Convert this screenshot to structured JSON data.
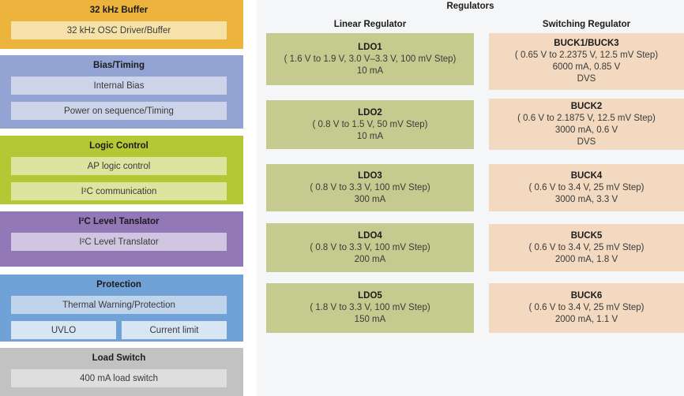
{
  "page": {
    "background": "#ffffff",
    "panel_background": "#f5f6f7"
  },
  "left_column": {
    "blocks": [
      {
        "title": "32 kHz Buffer",
        "bg": "#ecb43d",
        "item_bg": "#f6e1a8",
        "rows": [
          [
            {
              "label": "32 kHz OSC Driver/Buffer"
            }
          ]
        ]
      },
      {
        "title": "Bias/Timing",
        "bg": "#93a4d4",
        "item_bg": "#cdd4ea",
        "rows": [
          [
            {
              "label": "Internal Bias"
            }
          ],
          [
            {
              "label": "Power on sequence/Timing"
            }
          ]
        ]
      },
      {
        "title": "Logic Control",
        "bg": "#b4c835",
        "item_bg": "#dde4a0",
        "rows": [
          [
            {
              "label": "AP logic control"
            }
          ],
          [
            {
              "label": "I²C communication"
            }
          ]
        ]
      },
      {
        "title": "I²C Level Tanslator",
        "bg": "#9278b6",
        "item_bg": "#d0c6e1",
        "rows": [
          [
            {
              "label": "I²C Level Translator"
            }
          ]
        ]
      },
      {
        "title": "Protection",
        "bg": "#70a1d7",
        "item_bg": "#bfd4eb",
        "rows": [
          [
            {
              "label": "Thermal Warning/Protection"
            }
          ],
          [
            {
              "label": "UVLO",
              "bg": "#d8e6f4"
            },
            {
              "label": "Current limit",
              "bg": "#d8e6f4"
            }
          ]
        ]
      },
      {
        "title": "Load Switch",
        "bg": "#c2c2c2",
        "item_bg": "#dedede",
        "rows": [
          [
            {
              "label": "400 mA load switch"
            }
          ]
        ]
      }
    ]
  },
  "regulators": {
    "title": "Regulators",
    "linear": {
      "header": "Linear Regulator",
      "bg": "#c5cb8f",
      "blocks": [
        {
          "name": "LDO1",
          "lines": [
            "( 1.6 V to 1.9 V, 3.0 V–3.3 V, 100 mV Step)",
            "10 mA"
          ]
        },
        {
          "name": "LDO2",
          "lines": [
            "( 0.8 V to 1.5 V, 50 mV Step)",
            "10 mA"
          ]
        },
        {
          "name": "LDO3",
          "lines": [
            "( 0.8 V to 3.3 V, 100 mV Step)",
            "300 mA"
          ]
        },
        {
          "name": "LDO4",
          "lines": [
            "( 0.8 V to 3.3 V, 100 mV Step)",
            "200 mA"
          ]
        },
        {
          "name": "LDO5",
          "lines": [
            "( 1.8 V to 3.3 V, 100 mV Step)",
            "150 mA"
          ]
        }
      ]
    },
    "switching": {
      "header": "Switching Regulator",
      "bg": "#f2d9c0",
      "blocks": [
        {
          "name": "BUCK1/BUCK3",
          "lines": [
            "( 0.65 V to 2.2375 V, 12.5 mV Step)",
            "6000 mA, 0.85 V",
            "DVS"
          ]
        },
        {
          "name": "BUCK2",
          "lines": [
            "( 0.6 V to 2.1875 V, 12.5 mV Step)",
            "3000 mA, 0.6 V",
            "DVS"
          ]
        },
        {
          "name": "BUCK4",
          "lines": [
            "( 0.6 V to 3.4 V, 25 mV Step)",
            "3000 mA, 3.3 V"
          ]
        },
        {
          "name": "BUCK5",
          "lines": [
            "( 0.6 V to 3.4 V, 25 mV Step)",
            "2000 mA, 1.8 V"
          ]
        },
        {
          "name": "BUCK6",
          "lines": [
            "( 0.6 V to 3.4 V, 25 mV Step)",
            "2000 mA, 1.1 V"
          ]
        }
      ]
    }
  }
}
